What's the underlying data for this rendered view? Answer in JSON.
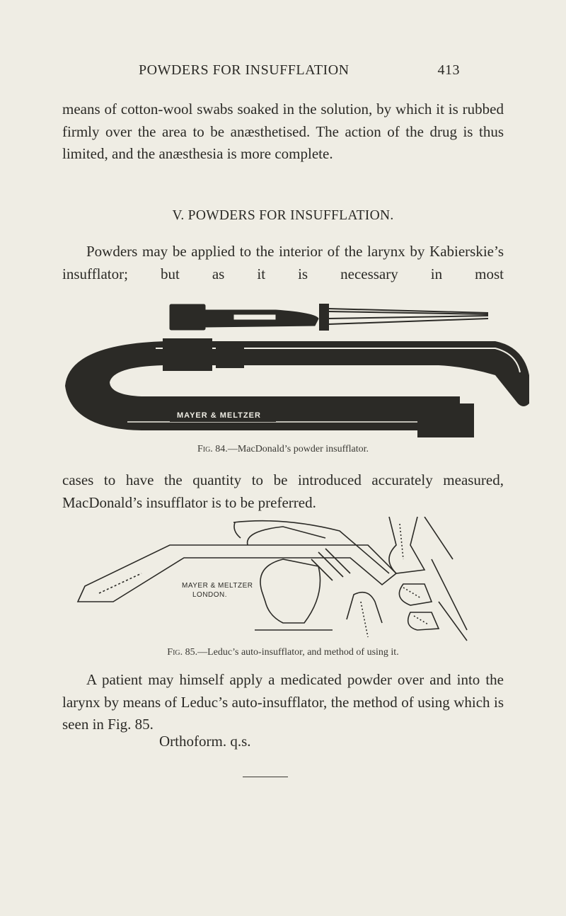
{
  "header": {
    "running_title": "POWDERS FOR INSUFFLATION",
    "page_number": "413"
  },
  "paragraphs": {
    "continuation": "means of cotton-wool swabs soaked in the solution, by which it is rubbed firmly over the area to be anæsthetised. The action of the drug is thus limited, and the anæsthesia is more complete.",
    "section_heading": "V. POWDERS FOR INSUFFLATION.",
    "powders_intro": "Powders may be applied to the interior of the larynx by Kabierskie’s insufflator; but as it is necessary in most",
    "cases": "cases to have the quantity to be introduced accurately measured, MacDonald’s insufflator is to be preferred.",
    "patient": "A patient may himself apply a medicated powder over and into the larynx by means of Leduc’s auto-insufflator, the method of using which is seen in Fig. 85.",
    "formula": "Orthoform. q.s."
  },
  "figures": {
    "fig84": {
      "label": "Fig. 84.",
      "caption": "—MacDonald’s powder insufflator.",
      "engraving_text": "MAYER & MELTZER"
    },
    "fig85": {
      "label": "Fig. 85.",
      "caption": "—Leduc’s auto-insufflator, and method of using it.",
      "engraving_text_line1": "MAYER & MELTZER",
      "engraving_text_line2": "LONDON."
    }
  },
  "colors": {
    "paper": "#efede4",
    "ink": "#2b2a26"
  }
}
